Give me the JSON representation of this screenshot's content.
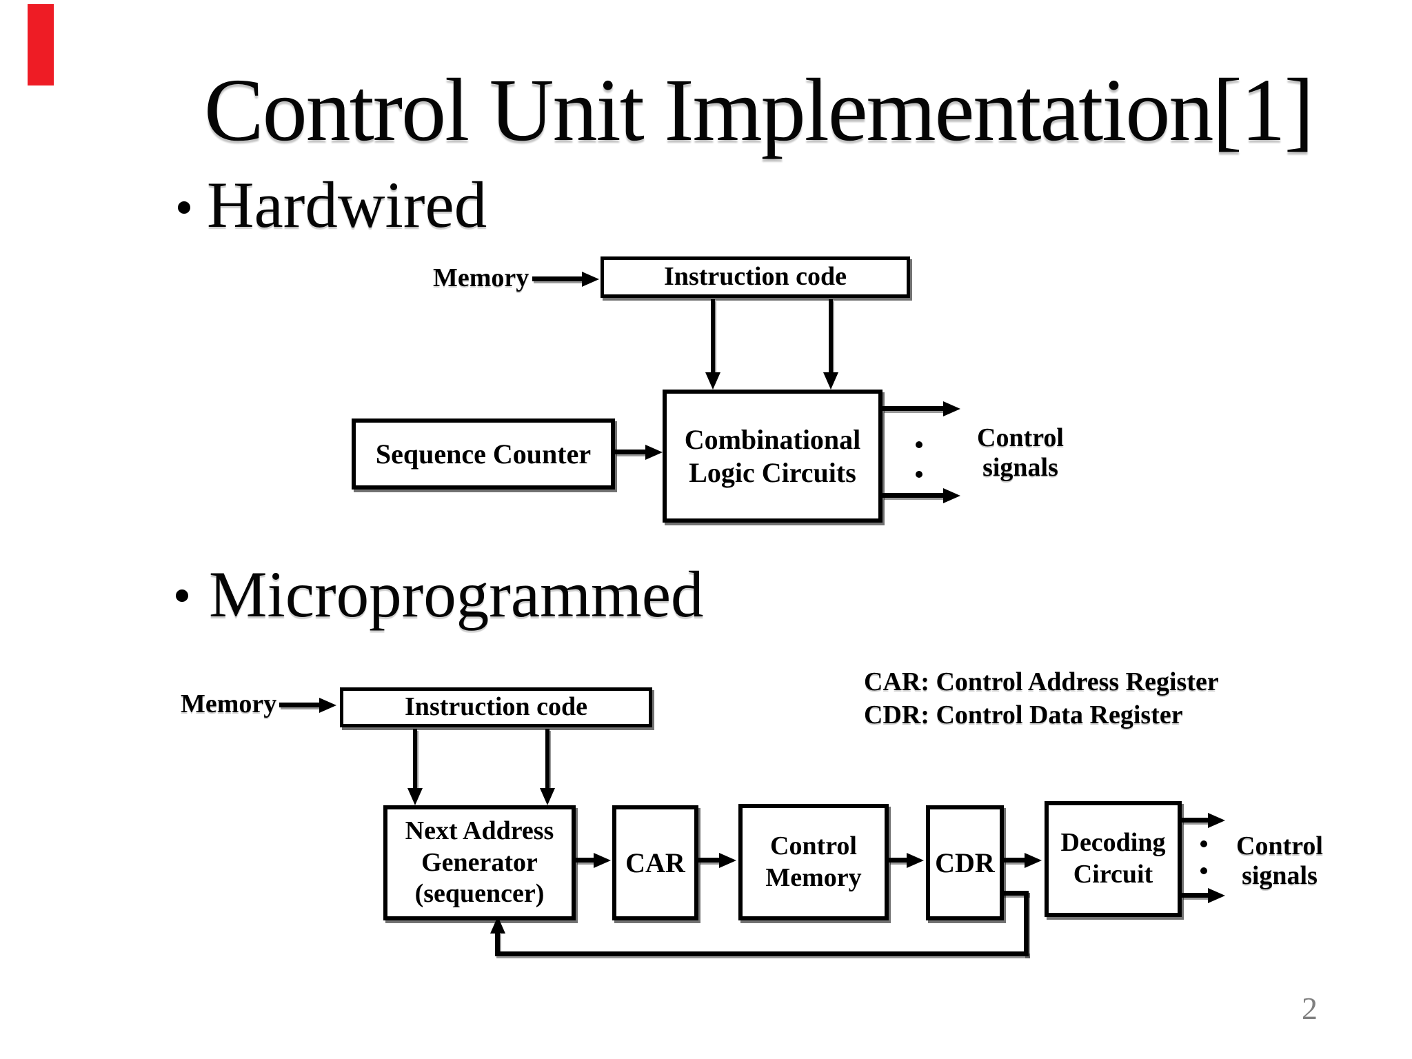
{
  "slide": {
    "title": "Control Unit Implementation[1]",
    "bullets": [
      "Hardwired",
      "Microprogrammed"
    ],
    "page_number": "2",
    "accent_bar_color": "#ee1c25",
    "accent_bar_style": "background:#ee1c25"
  },
  "hardwired": {
    "memory_label": "Memory",
    "instruction_box": "Instruction code",
    "sequence_counter_box": "Sequence Counter",
    "logic_box_line1": "Combinational",
    "logic_box_line2": "Logic Circuits",
    "control_signals_line1": "Control",
    "control_signals_line2": "signals"
  },
  "microprogrammed": {
    "memory_label": "Memory",
    "instruction_box": "Instruction code",
    "legend_line1": "CAR: Control Address Register",
    "legend_line2": "CDR: Control Data Register",
    "nag_line1": "Next Address",
    "nag_line2": "Generator",
    "nag_line3": "(sequencer)",
    "car_box": "CAR",
    "control_memory_line1": "Control",
    "control_memory_line2": "Memory",
    "cdr_box": "CDR",
    "decoding_line1": "Decoding",
    "decoding_line2": "Circuit",
    "control_signals_line1": "Control",
    "control_signals_line2": "signals"
  },
  "icons": {
    "arrowhead": "solid black triangle",
    "ellipsis_dot": "small black circle"
  }
}
